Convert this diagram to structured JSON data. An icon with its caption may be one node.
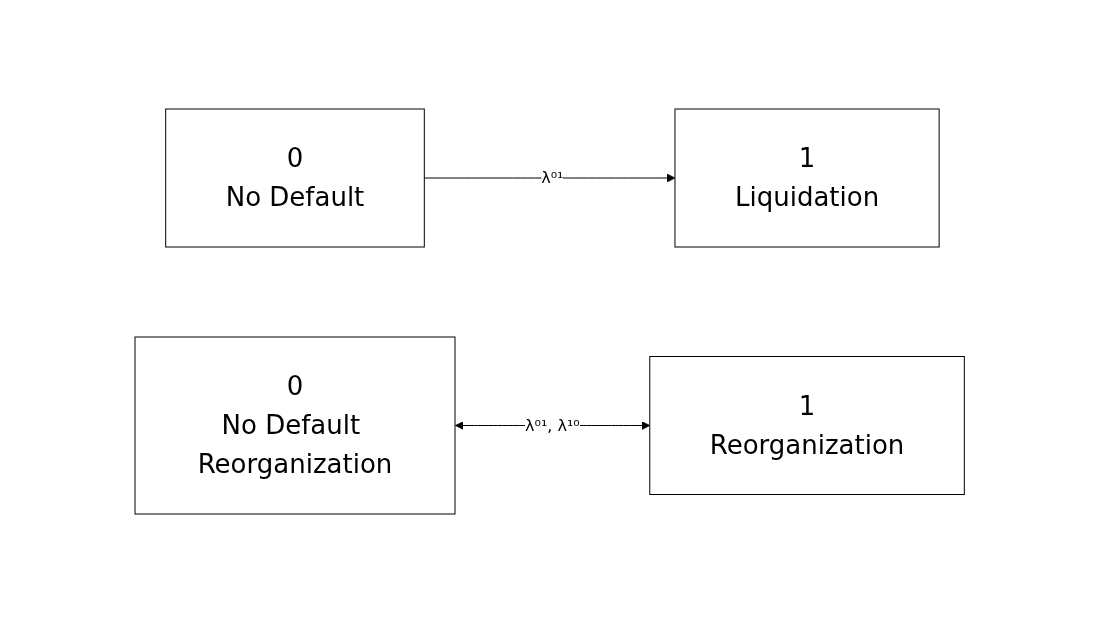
{
  "diagram": {
    "nodes": [
      {
        "text": [
          "0",
          "No Default"
        ]
      },
      {
        "text": [
          "1",
          "Liquidation"
        ]
      },
      {
        "text": [
          "0",
          "No Default Reorganization"
        ]
      },
      {
        "text": [
          "1",
          "Reorganization"
        ]
      }
    ],
    "edges": [
      {
        "from": 0,
        "to": 1,
        "arrow": "to",
        "label": "λ⁰¹"
      },
      {
        "from": 2,
        "to": 3,
        "arrow": "both",
        "label": "λ⁰¹, λ¹⁰"
      }
    ]
  }
}
